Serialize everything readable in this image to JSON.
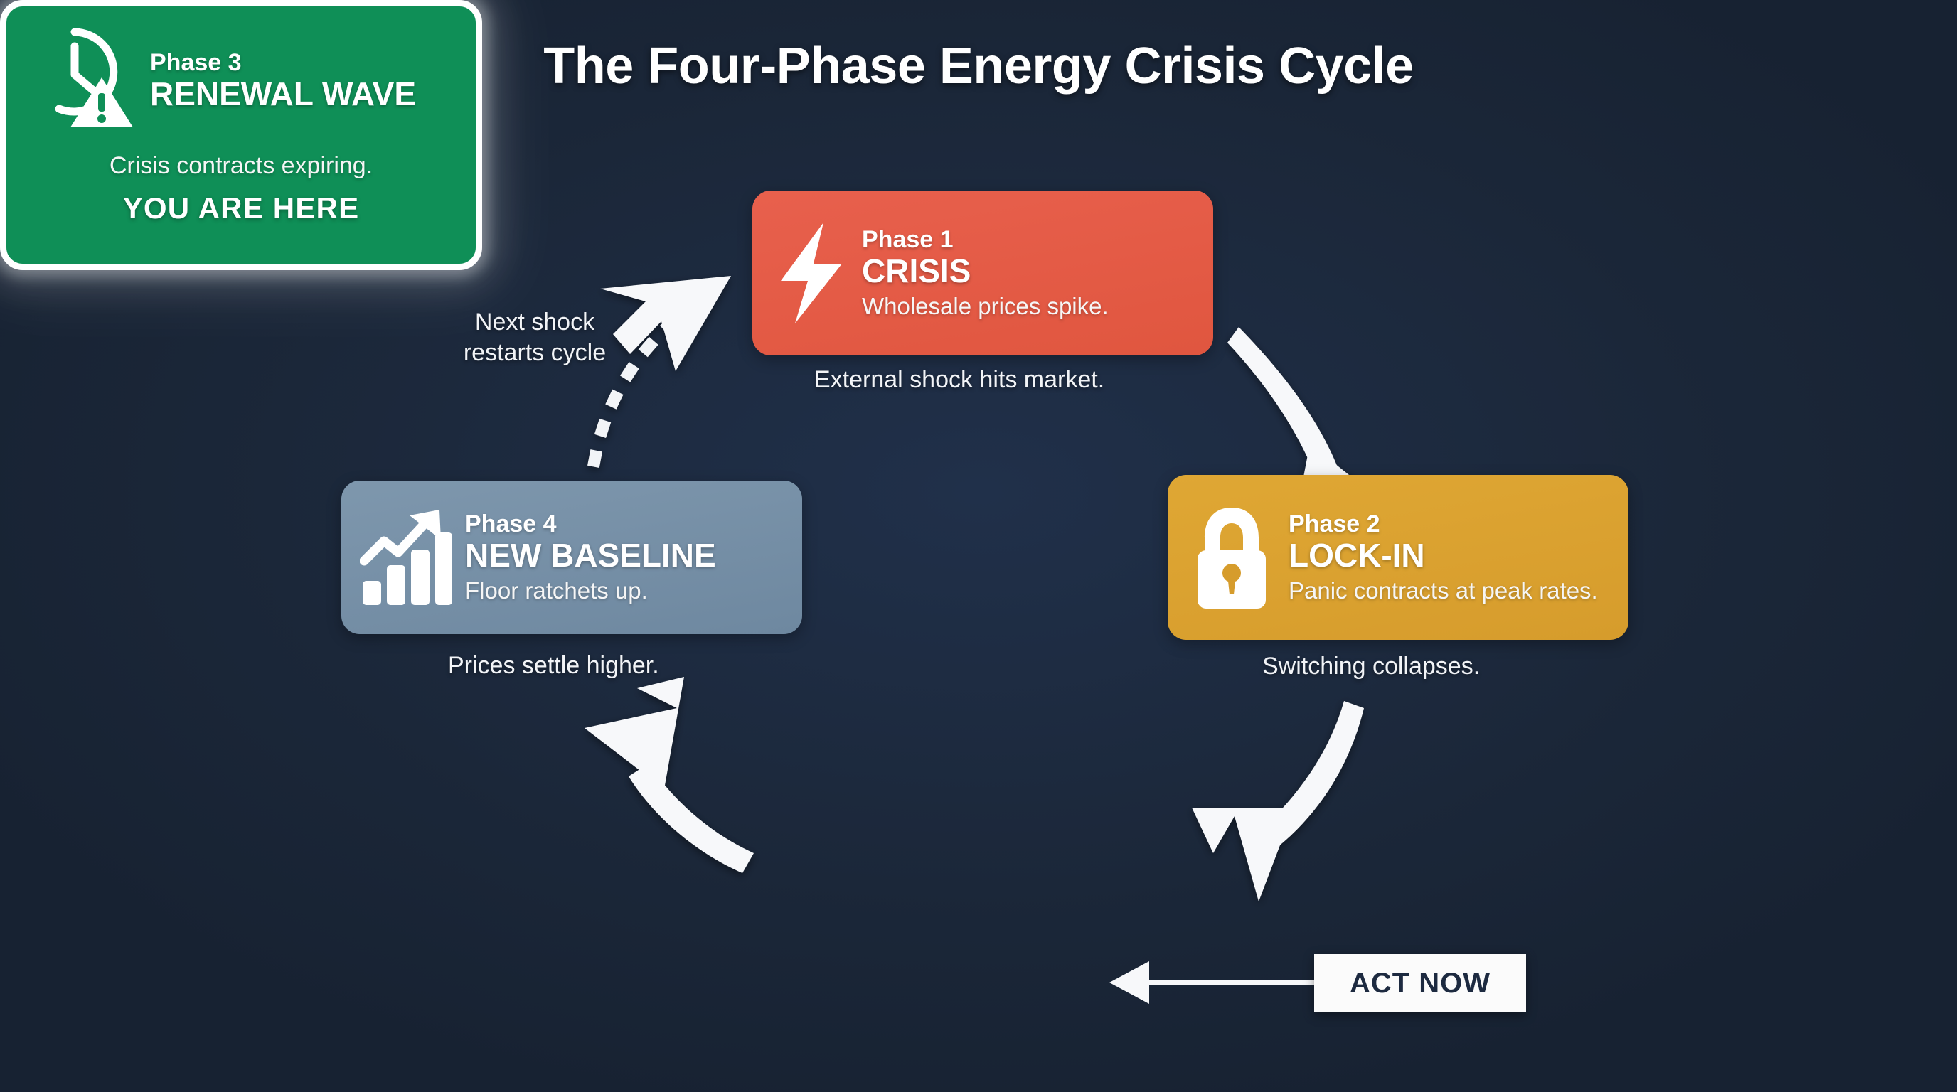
{
  "title": "The Four-Phase Energy Crisis Cycle",
  "colors": {
    "background": "#1b2739",
    "phase1": "#e0563f",
    "phase2": "#d69c2c",
    "phase3": "#0f8f57",
    "phase4": "#6e88a0",
    "accent_white": "#ffffff",
    "badge_text": "#1d2a40"
  },
  "phases": [
    {
      "label": "Phase 1",
      "name": "CRISIS",
      "description": "Wholesale prices spike.",
      "caption": "External shock hits market.",
      "icon": "lightning-bolt-icon",
      "color": "#e0563f"
    },
    {
      "label": "Phase 2",
      "name": "LOCK-IN",
      "description": "Panic contracts at peak rates.",
      "caption": "Switching collapses.",
      "icon": "padlock-icon",
      "color": "#d69c2c"
    },
    {
      "label": "Phase 3",
      "name": "RENEWAL WAVE",
      "description": "Crisis contracts expiring.",
      "marker": "YOU ARE HERE",
      "icon": "clock-warning-icon",
      "color": "#0f8f57"
    },
    {
      "label": "Phase 4",
      "name": "NEW BASELINE",
      "description": "Floor ratchets up.",
      "caption": "Prices settle higher.",
      "icon": "bar-chart-growth-icon",
      "color": "#6e88a0"
    }
  ],
  "cycle_note": {
    "line1": "Next shock",
    "line2": "restarts cycle"
  },
  "call_to_action": {
    "label": "ACT NOW"
  },
  "chart_data": {
    "type": "diagram",
    "title": "The Four-Phase Energy Crisis Cycle",
    "layout": "clockwise-cycle",
    "nodes": [
      "CRISIS",
      "LOCK-IN",
      "RENEWAL WAVE",
      "NEW BASELINE"
    ],
    "edges": [
      {
        "from": "CRISIS",
        "to": "LOCK-IN",
        "style": "solid-curved-arrow"
      },
      {
        "from": "LOCK-IN",
        "to": "RENEWAL WAVE",
        "style": "solid-curved-arrow"
      },
      {
        "from": "RENEWAL WAVE",
        "to": "NEW BASELINE",
        "style": "solid-curved-arrow"
      },
      {
        "from": "NEW BASELINE",
        "to": "CRISIS",
        "style": "dotted-curved-arrow",
        "label": "Next shock restarts cycle"
      },
      {
        "from": "ACT NOW",
        "to": "YOU ARE HERE",
        "style": "straight-arrow"
      }
    ]
  }
}
